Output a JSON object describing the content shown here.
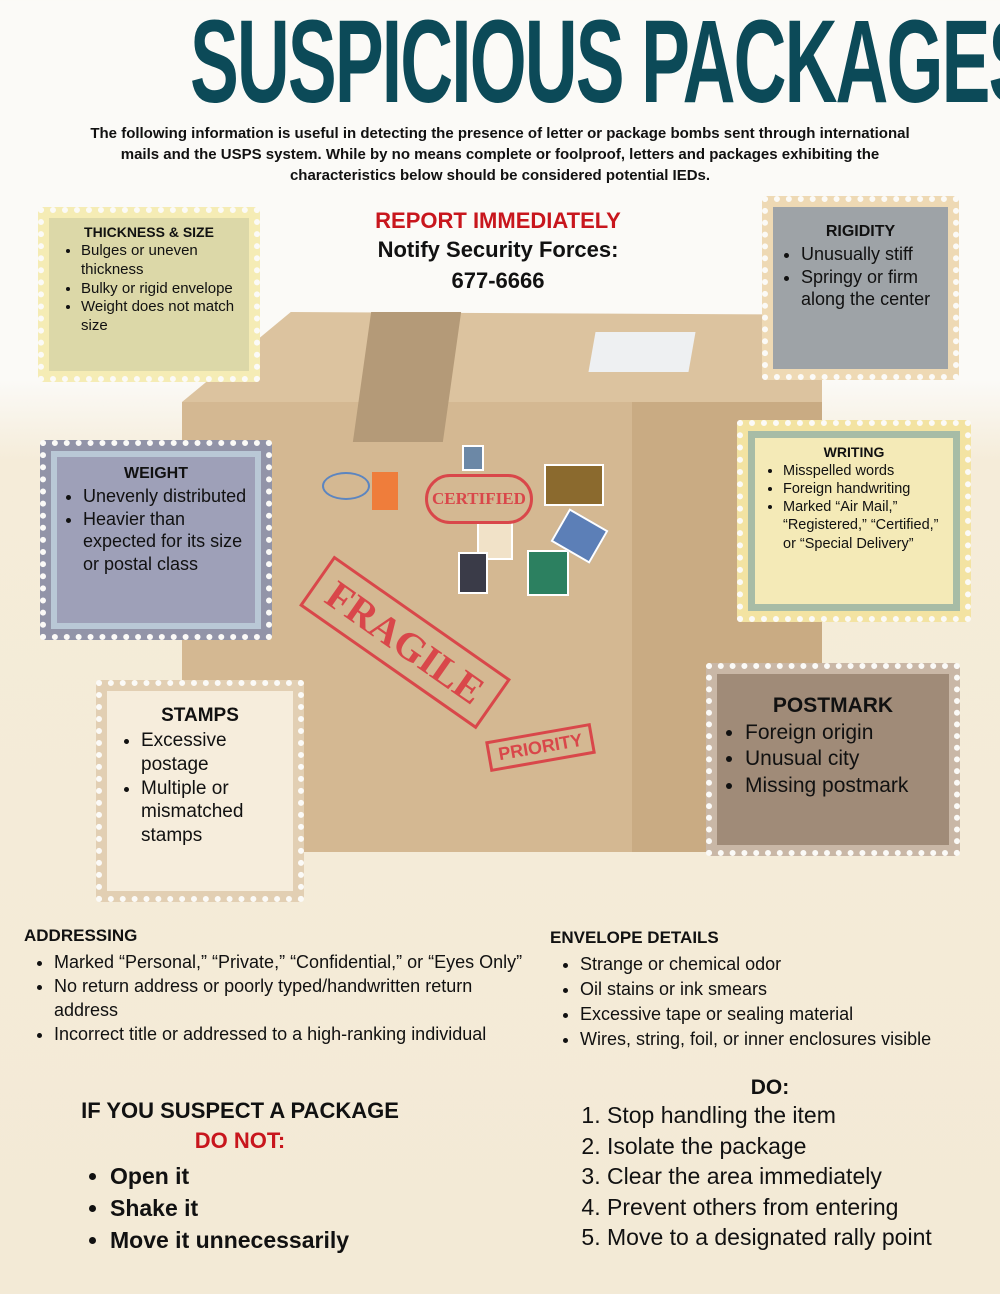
{
  "title": "SUSPICIOUS PACKAGES",
  "intro": "The following information is useful in detecting the presence of letter or package bombs sent through international mails and the USPS system. While by no means complete or foolproof, letters and packages exhibiting the characteristics below should be considered potential IEDs.",
  "report": {
    "heading": "REPORT IMMEDIATELY",
    "notify": "Notify Security Forces:",
    "phone": "677-6666"
  },
  "illustration": {
    "fragile": "FRAGILE",
    "priority": "PRIORITY",
    "certified": "CERTIFIED"
  },
  "thickness": {
    "title": "THICKNESS & SIZE",
    "items": [
      "Bulges or uneven thickness",
      "Bulky or rigid envelope",
      "Weight does not match size"
    ]
  },
  "rigidity": {
    "title": "RIGIDITY",
    "items": [
      "Unusually stiff",
      "Springy or firm along the center"
    ]
  },
  "weight": {
    "title": "WEIGHT",
    "items": [
      "Unevenly distributed",
      "Heavier than expected for its size or postal class"
    ]
  },
  "writing": {
    "title": "WRITING",
    "items": [
      "Misspelled words",
      "Foreign handwriting",
      "Marked “Air Mail,” “Registered,” “Certified,” or “Special Delivery”"
    ]
  },
  "stamps": {
    "title": "STAMPS",
    "items": [
      "Excessive postage",
      "Multiple or mismatched stamps"
    ]
  },
  "postmark": {
    "title": "POSTMARK",
    "items": [
      "Foreign origin",
      "Unusual city",
      "Missing postmark"
    ]
  },
  "addressing": {
    "title": "ADDRESSING",
    "items": [
      "Marked “Personal,” “Private,” “Confidential,” or “Eyes Only”",
      "No return address or poorly typed/handwritten return address",
      "Incorrect title or addressed to a high-ranking individual"
    ]
  },
  "envelope": {
    "title": "ENVELOPE DETAILS",
    "items": [
      "Strange or chemical odor",
      "Oil stains or ink smears",
      "Excessive tape or sealing material",
      "Wires, string, foil, or inner enclosures visible"
    ]
  },
  "suspect": {
    "title": "IF YOU SUSPECT A PACKAGE",
    "donot": "DO NOT:",
    "items": [
      "Open it",
      "Shake it",
      "Move it unnecessarily"
    ]
  },
  "do": {
    "title": "DO:",
    "items": [
      "Stop handling the item",
      "Isolate the package",
      "Clear the area immediately",
      "Prevent others from entering",
      "Move to a designated rally point"
    ]
  },
  "colors": {
    "title": "#0c4a58",
    "alert": "#c8161d"
  }
}
